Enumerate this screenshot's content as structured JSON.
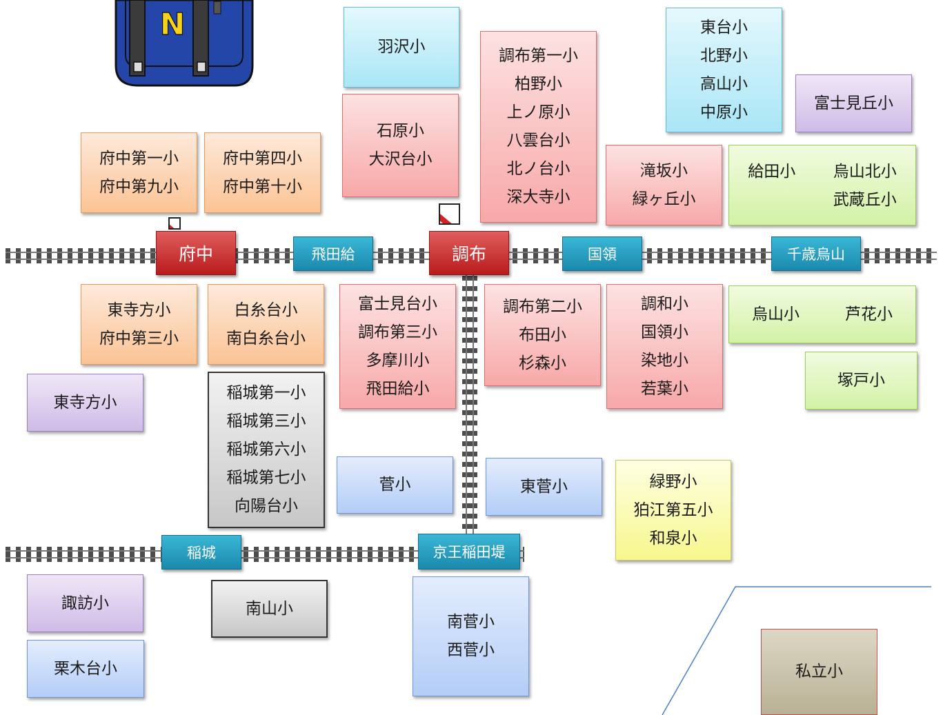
{
  "stations": {
    "fuchu": "府中",
    "tobitakyu": "飛田給",
    "chofu": "調布",
    "kokuryo": "国領",
    "chitose_karasuyama": "千歳烏山",
    "inagi": "稲城",
    "keio_inadazutsumi": "京王稲田堤"
  },
  "schools": {
    "hanezawa": "羽沢小",
    "ishihara": "石原小",
    "osawadai": "大沢台小",
    "chofu_daiichi": "調布第一小",
    "kashiwano": "柏野小",
    "kaminoharu": "上ノ原小",
    "yakumodai": "八雲台小",
    "kitanodai": "北ノ台小",
    "jindaiji": "深大寺小",
    "higashidai": "東台小",
    "kitano": "北野小",
    "takayama": "高山小",
    "nakahara": "中原小",
    "fujimigaoka": "富士見丘小",
    "fuchu_daiichi": "府中第一小",
    "fuchu_daikyu": "府中第九小",
    "fuchu_daiyon": "府中第四小",
    "fuchu_daiju": "府中第十小",
    "takizaka": "滝坂小",
    "midorigaoka": "緑ヶ丘小",
    "kyuden": "給田小",
    "karasuyama_kita": "烏山北小",
    "musashigaoka": "武蔵丘小",
    "higashiyoho_a": "東寺方小",
    "fuchu_daisan": "府中第三小",
    "shiraitodai": "白糸台小",
    "minami_shiraitodai": "南白糸台小",
    "fujimidai": "富士見台小",
    "chofu_daisan": "調布第三小",
    "tamagawa": "多摩川小",
    "tobitakyu_sho": "飛田給小",
    "chofu_daini": "調布第二小",
    "fuda": "布田小",
    "sugimori": "杉森小",
    "chowa": "調和小",
    "kokuryo_sho": "国領小",
    "shimechi": "染地小",
    "wakaba": "若葉小",
    "karasuyama": "烏山小",
    "roka": "芦花小",
    "tsukado": "塚戸小",
    "higashiyoho_b": "東寺方小",
    "inagi_daiichi": "稲城第一小",
    "inagi_daisan": "稲城第三小",
    "inagi_dairoku": "稲城第六小",
    "inagi_dainana": "稲城第七小",
    "koyodai": "向陽台小",
    "suge": "菅小",
    "higashi_suge": "東菅小",
    "midorino": "緑野小",
    "komae_daigo": "狛江第五小",
    "izumi": "和泉小",
    "suwa": "諏訪小",
    "minamiyama": "南山小",
    "kurigidai": "栗木台小",
    "minami_suge": "南菅小",
    "nishi_suge": "西菅小",
    "private": "私立小"
  },
  "bag_letter": "N",
  "colors": {
    "main_station": "#c72a2a",
    "minor_station": "#229bc0",
    "pink": "#f8a8a8",
    "orange": "#fbc394",
    "cyan": "#a9e6f6",
    "purple": "#cfbbe7",
    "green": "#d3f2a6",
    "blue": "#b3cdf7",
    "yellow": "#f7f78e",
    "gray": "#c7c7c7",
    "brown": "#b9b094",
    "bag": "#2346a8",
    "divider_line": "#4a7fc4"
  }
}
